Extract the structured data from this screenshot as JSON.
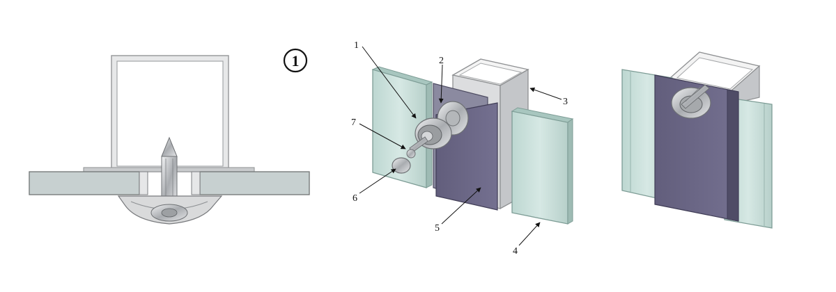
{
  "badge": "1",
  "callouts": {
    "c1": "1",
    "c2": "2",
    "c3": "3",
    "c4": "4",
    "c5": "5",
    "c6": "6",
    "c7": "7"
  },
  "colors": {
    "glass": "#c6ddd8",
    "glass_edge": "#8fb0a8",
    "panel": "#6a6683",
    "frame": "#bfc1c3",
    "metal": "#d5d7d9"
  }
}
